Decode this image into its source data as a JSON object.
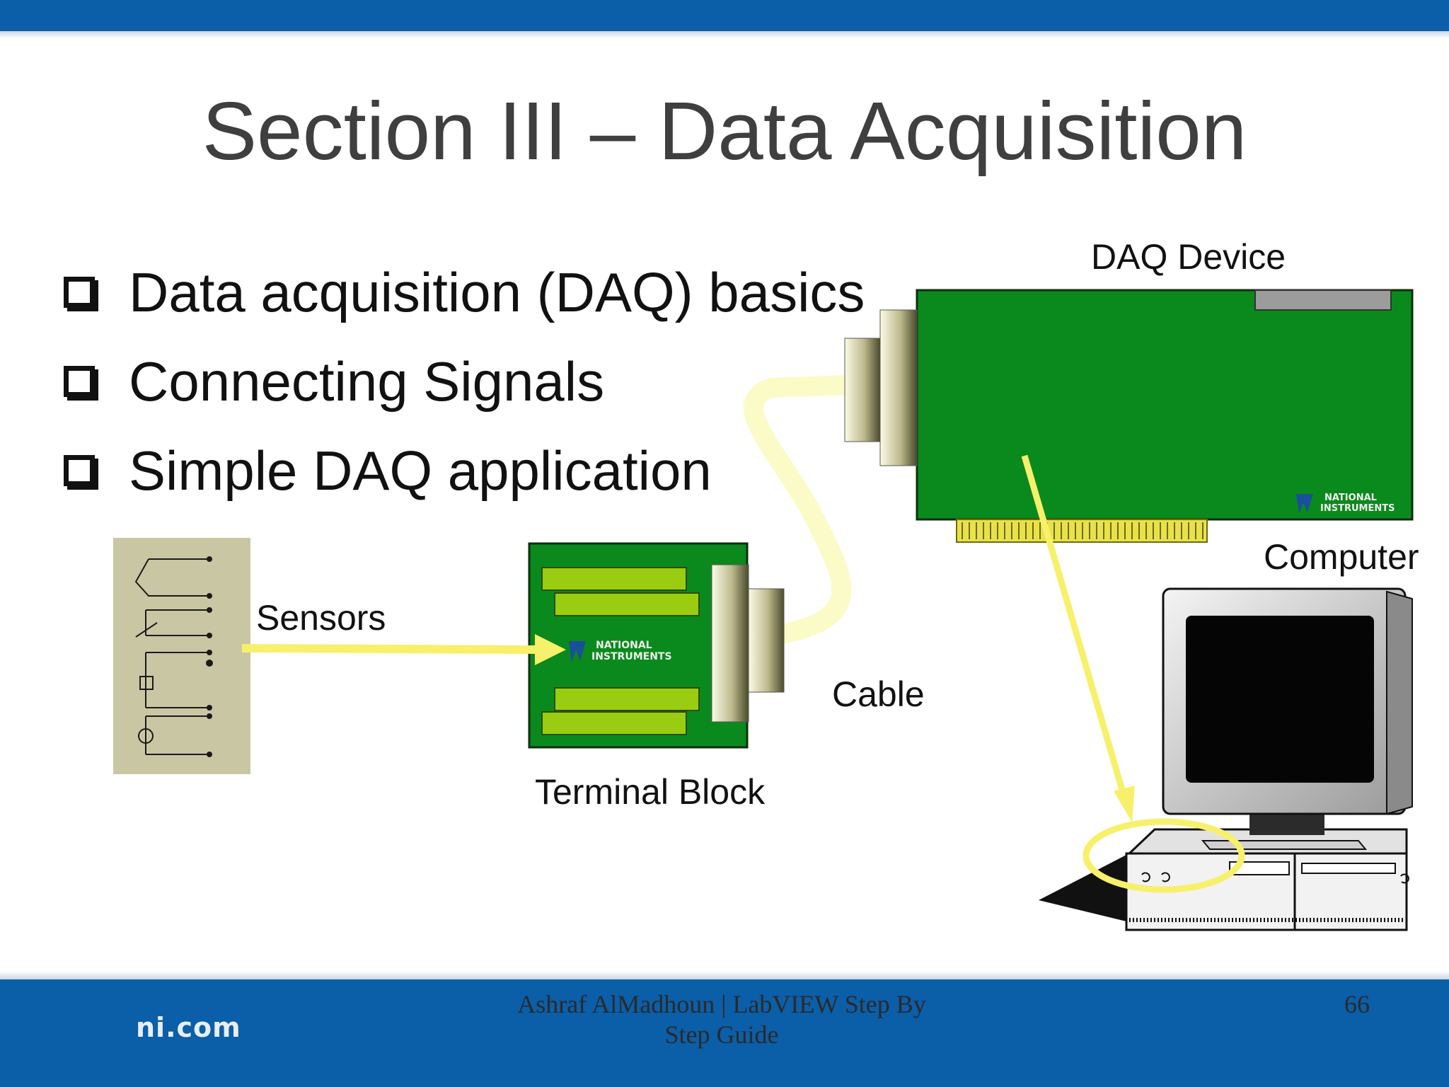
{
  "slide": {
    "title": "Section III – Data Acquisition",
    "bullets": [
      {
        "text": "Data acquisition (DAQ) basics"
      },
      {
        "text": "Connecting Signals"
      },
      {
        "text": "Simple DAQ application"
      }
    ]
  },
  "diagram": {
    "labels": {
      "daq_device": "DAQ Device",
      "computer": "Computer",
      "sensors": "Sensors",
      "cable": "Cable",
      "terminal_block": "Terminal Block"
    },
    "logo_text": [
      "NATIONAL",
      "INSTRUMENTS"
    ]
  },
  "footer": {
    "brand": "ni.com",
    "author_line1": "Ashraf AlMadhoun | LabVIEW Step By",
    "author_line2": "Step Guide",
    "page_number": "66"
  },
  "colors": {
    "bar_blue": "#0b5ea8",
    "board_green": "#0a8a1c",
    "highlight_yellow": "#f7f06a"
  }
}
